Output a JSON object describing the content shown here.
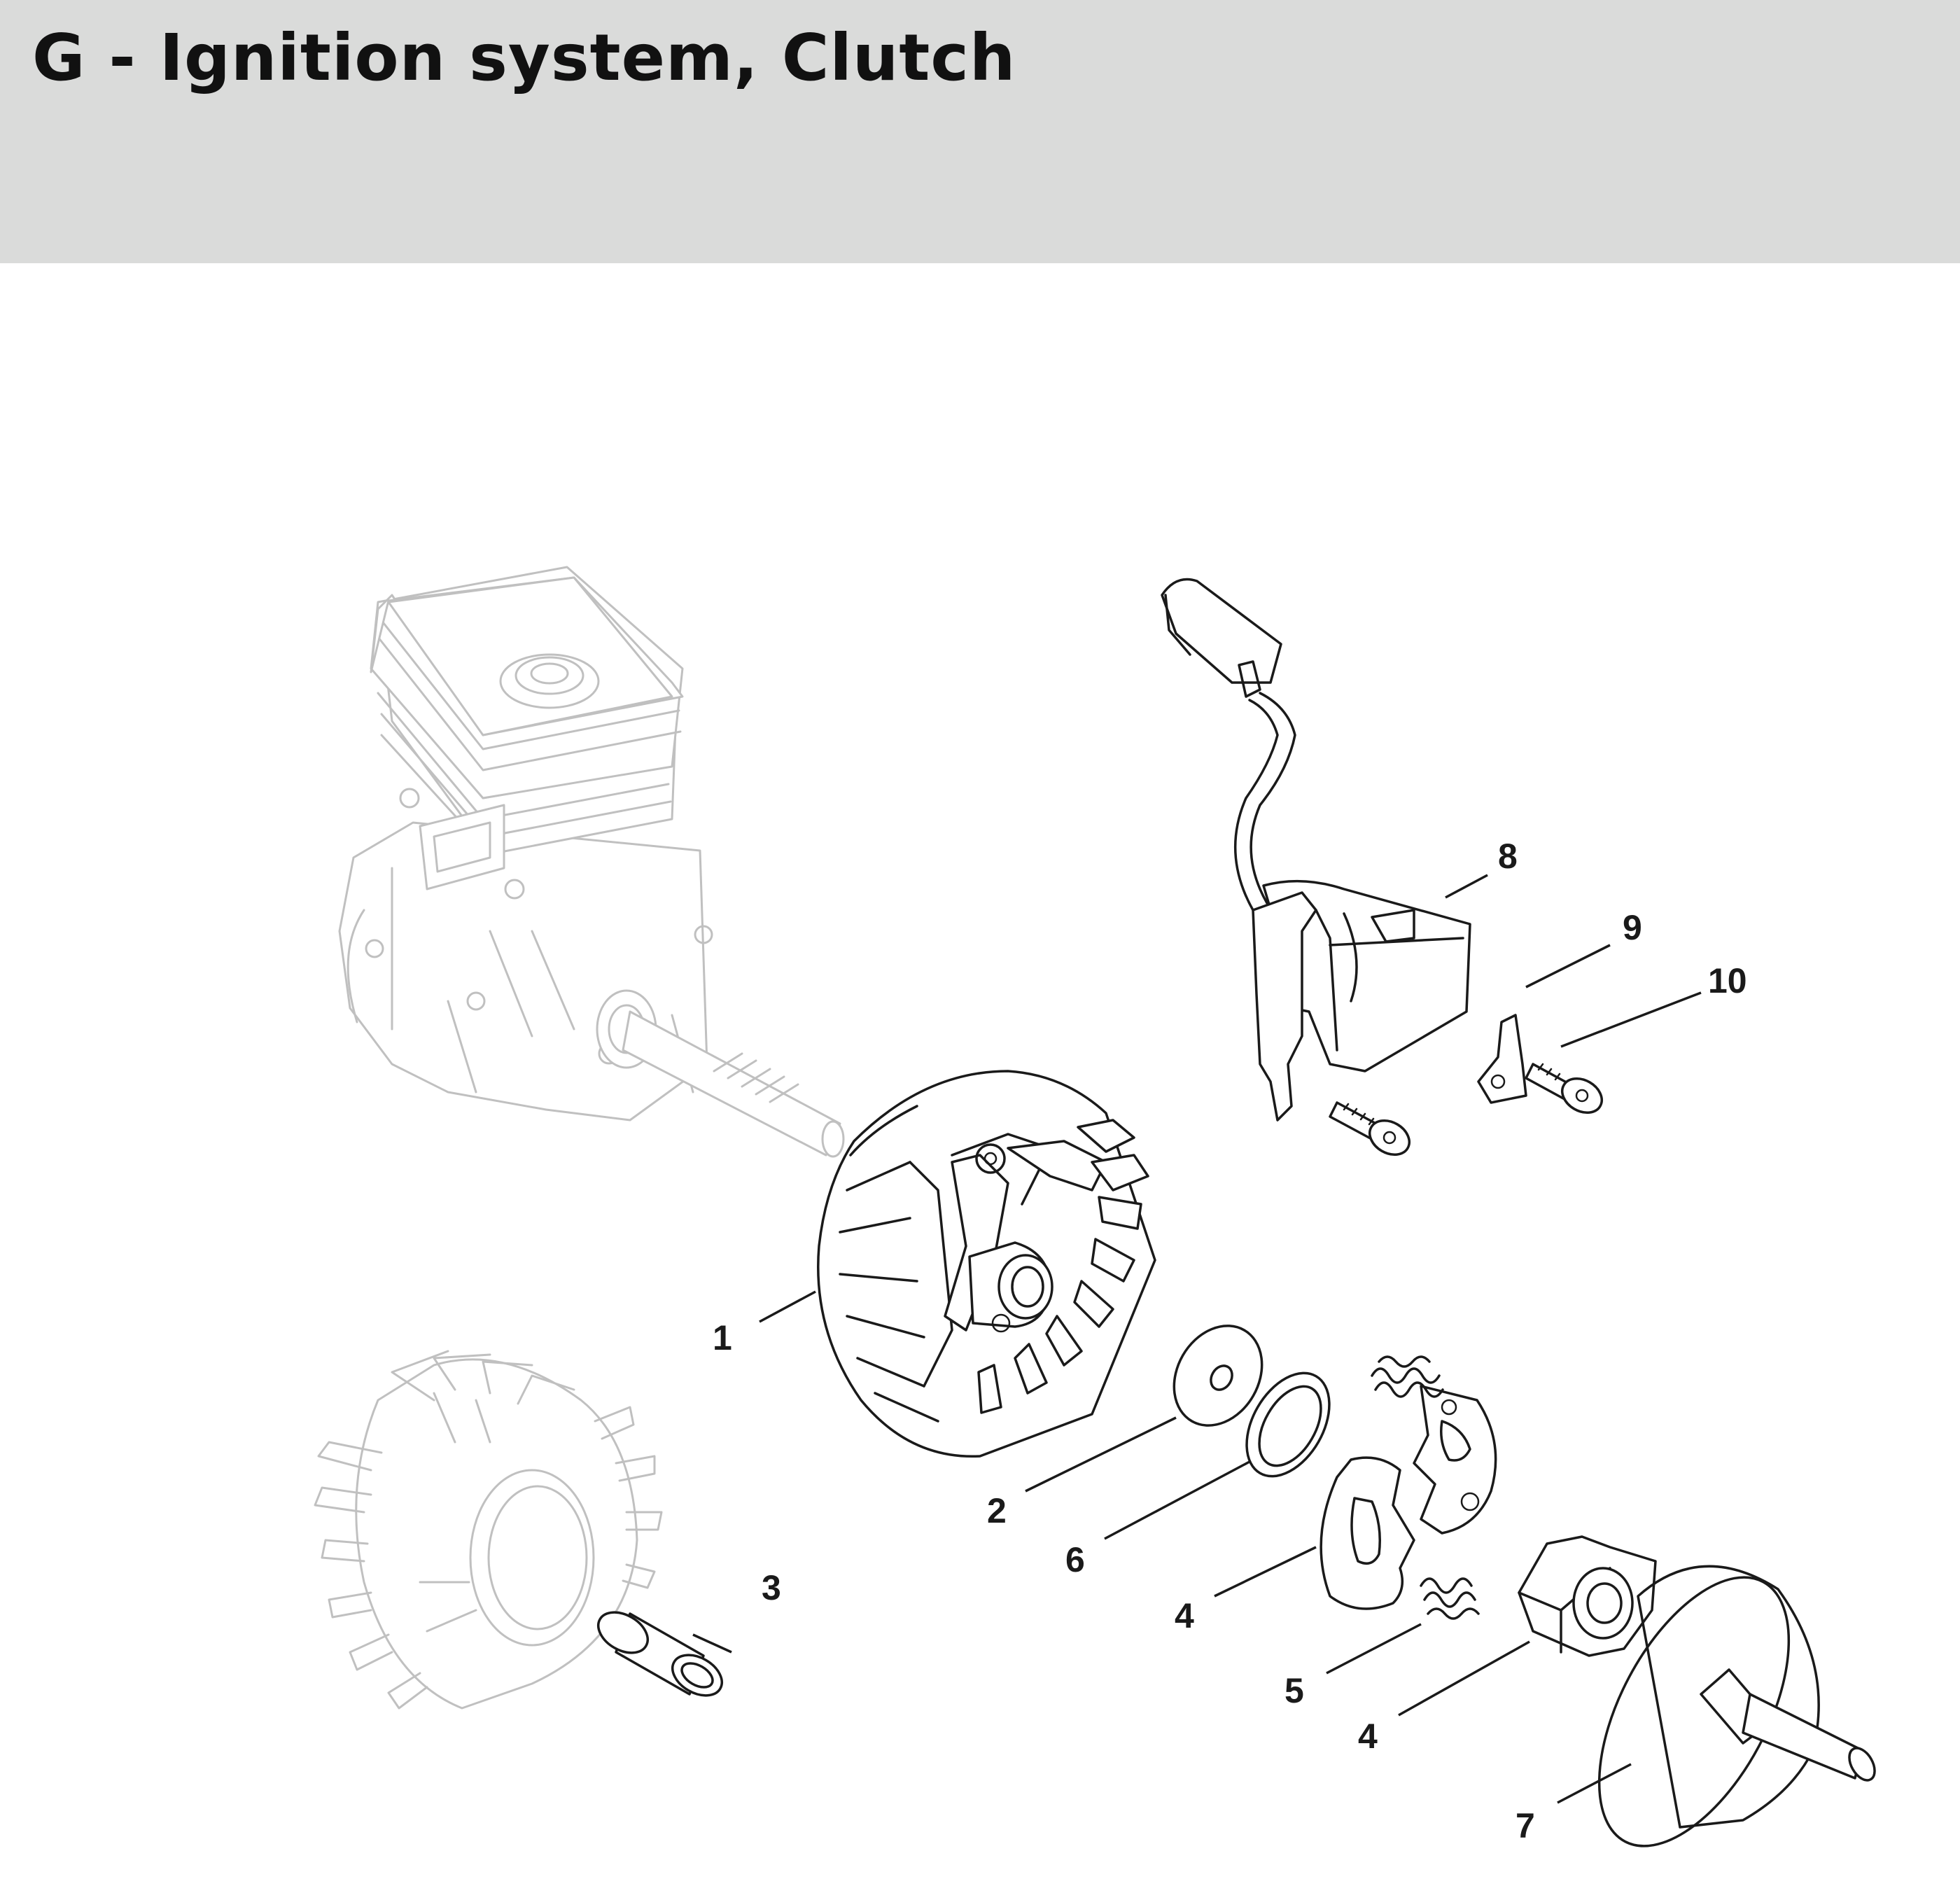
{
  "header": {
    "title": "G - Ignition system, Clutch",
    "background": "#dadbda"
  },
  "diagram": {
    "callouts": [
      {
        "id": "1",
        "label": "1"
      },
      {
        "id": "2",
        "label": "2"
      },
      {
        "id": "3",
        "label": "3"
      },
      {
        "id": "4a",
        "label": "4"
      },
      {
        "id": "4b",
        "label": "4"
      },
      {
        "id": "5",
        "label": "5"
      },
      {
        "id": "6",
        "label": "6"
      },
      {
        "id": "7",
        "label": "7"
      },
      {
        "id": "8",
        "label": "8"
      },
      {
        "id": "9",
        "label": "9"
      },
      {
        "id": "10",
        "label": "10"
      }
    ],
    "colors": {
      "parts": "#1a1a1a",
      "context_parts": "#c0c0c0"
    }
  }
}
